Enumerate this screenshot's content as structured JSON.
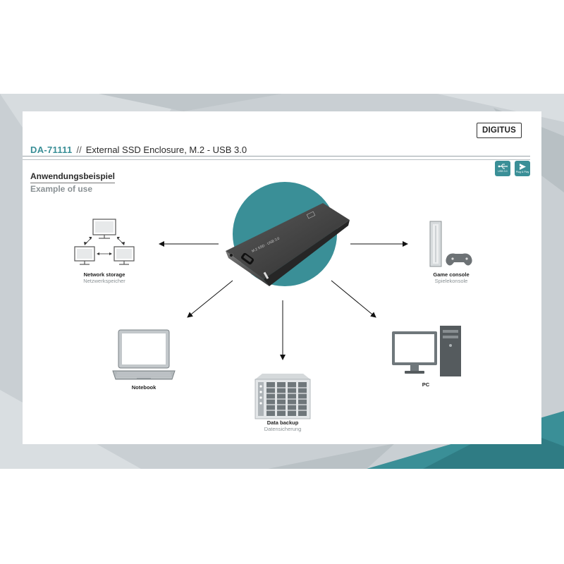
{
  "brand": {
    "logo_text": "DIGITUS"
  },
  "header": {
    "model": "DA-71111",
    "separator": "//",
    "product": "External SSD Enclosure, M.2 - USB 3.0"
  },
  "badges": [
    {
      "label": "USB 3.0",
      "icon": "usb-icon"
    },
    {
      "label": "Plug & Play",
      "icon": "plug-and-play-icon"
    }
  ],
  "section": {
    "title": "Anwendungsbeispiel",
    "subtitle": "Example of use"
  },
  "device_label": "M.2 SSD · USB 3.0",
  "uses": [
    {
      "en": "Network storage",
      "de": "Netzwerkspeicher",
      "icon": "network-icon"
    },
    {
      "en": "Game console",
      "de": "Spielekonsole",
      "icon": "game-console-icon"
    },
    {
      "en": "Notebook",
      "de": "",
      "icon": "notebook-icon"
    },
    {
      "en": "Data backup",
      "de": "Datensicherung",
      "icon": "server-icon"
    },
    {
      "en": "PC",
      "de": "",
      "icon": "pc-icon"
    }
  ],
  "colors": {
    "accent": "#3a8f97",
    "background_band": "#c9cfd3",
    "text": "#2b2b2b",
    "muted": "#8a9194"
  }
}
